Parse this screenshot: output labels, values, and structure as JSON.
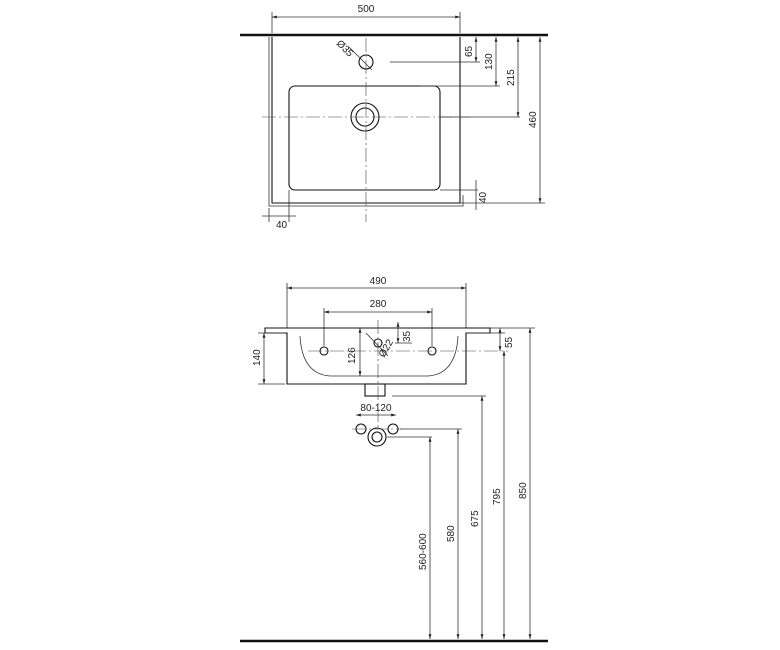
{
  "top_view": {
    "width": "500",
    "hole_diameter": "Ø35",
    "hole_offset": "65",
    "hole_to_basin": "130",
    "drain_offset": "215",
    "depth": "460",
    "front_rim": "40",
    "side_rim": "40"
  },
  "front_view": {
    "width": "490",
    "tap_spacing": "280",
    "rim_offset": "35",
    "overflow_diameter": "Ø22",
    "basin_height": "140",
    "drain_height": "126",
    "top_rim": "55",
    "trap_range": "80-120",
    "height_560_600": "560-600",
    "height_580": "580",
    "height_675": "675",
    "height_795": "795",
    "height_850": "850"
  }
}
